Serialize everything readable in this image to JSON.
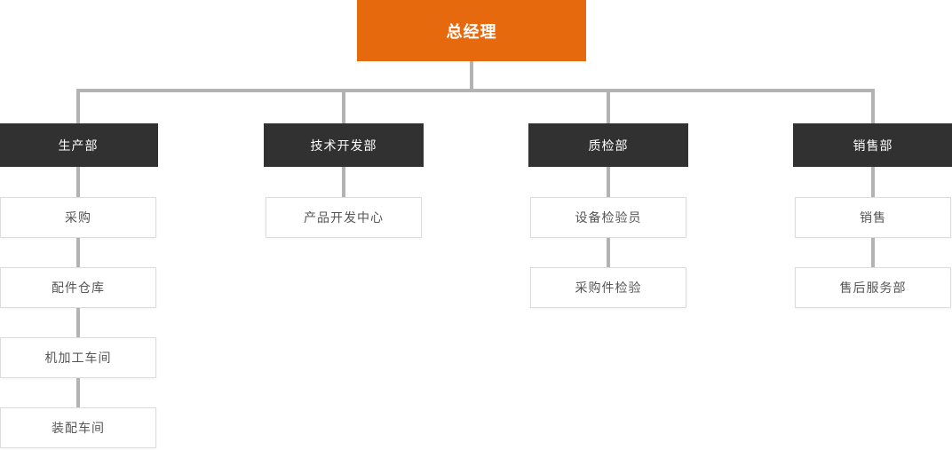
{
  "chart": {
    "type": "org-chart",
    "root": {
      "label": "总经理"
    },
    "columns": [
      {
        "dept": "生产部",
        "children": [
          "采购",
          "配件仓库",
          "机加工车间",
          "装配车间"
        ]
      },
      {
        "dept": "技术开发部",
        "children": [
          "产品开发中心"
        ]
      },
      {
        "dept": "质检部",
        "children": [
          "设备检验员",
          "采购件检验"
        ]
      },
      {
        "dept": "销售部",
        "children": [
          "销售",
          "售后服务部"
        ]
      }
    ]
  },
  "colors": {
    "root_bg": "#e6690d",
    "dept_bg": "#313131",
    "connector": "#b3b3b3",
    "child_border": "#dcdcdc",
    "child_text": "#555555",
    "node_text": "#ffffff",
    "background": "#ffffff"
  }
}
